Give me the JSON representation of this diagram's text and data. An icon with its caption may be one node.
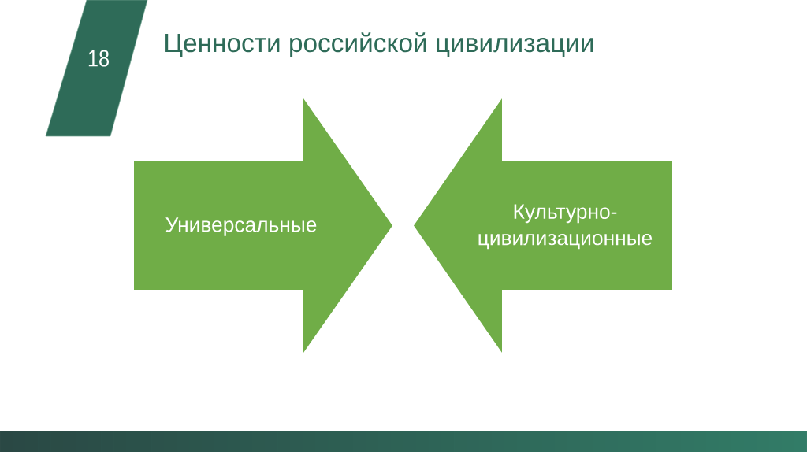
{
  "diagram": {
    "title": "Ценности российской цивилизации",
    "nodes": [
      {
        "text": [
          "Универсальные"
        ]
      },
      {
        "text": [
          "Культурно- цивилизационные"
        ]
      }
    ],
    "labels": [
      "18"
    ]
  }
}
